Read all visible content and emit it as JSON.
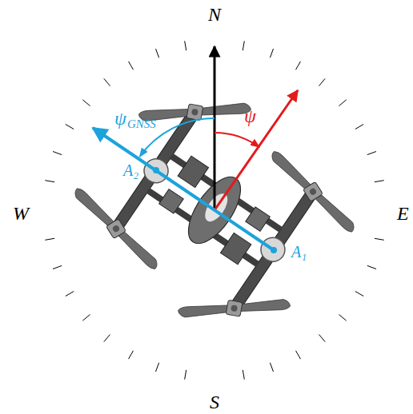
{
  "diagram": {
    "labels": [
      "N",
      "W",
      "E",
      "S",
      "ψ",
      "ψ",
      "GNSS",
      "A₂",
      "A₁"
    ]
  }
}
